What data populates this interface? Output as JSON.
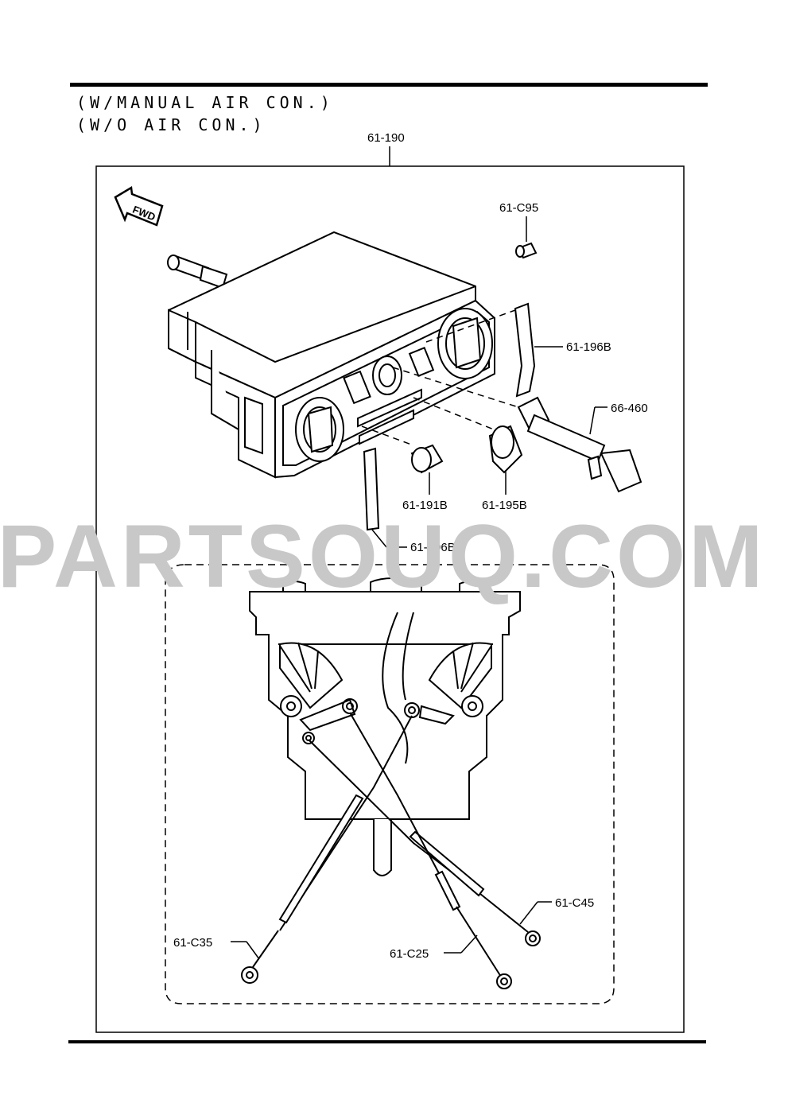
{
  "header": {
    "condition_1": "(W/MANUAL AIR CON.)",
    "condition_2": "(W/O AIR CON.)"
  },
  "direction_marker": "FWD",
  "watermark": "PARTSOUQ.COM",
  "parts": {
    "assembly": "61-190",
    "screw": "61-C95",
    "knob_cover_upper": "61-196B",
    "switch": "66-460",
    "knob_small": "61-191B",
    "knob_large": "61-195B",
    "knob_cover_lower": "61-196B",
    "cable_1": "61-C45",
    "cable_2": "61-C35",
    "cable_3": "61-C25"
  }
}
